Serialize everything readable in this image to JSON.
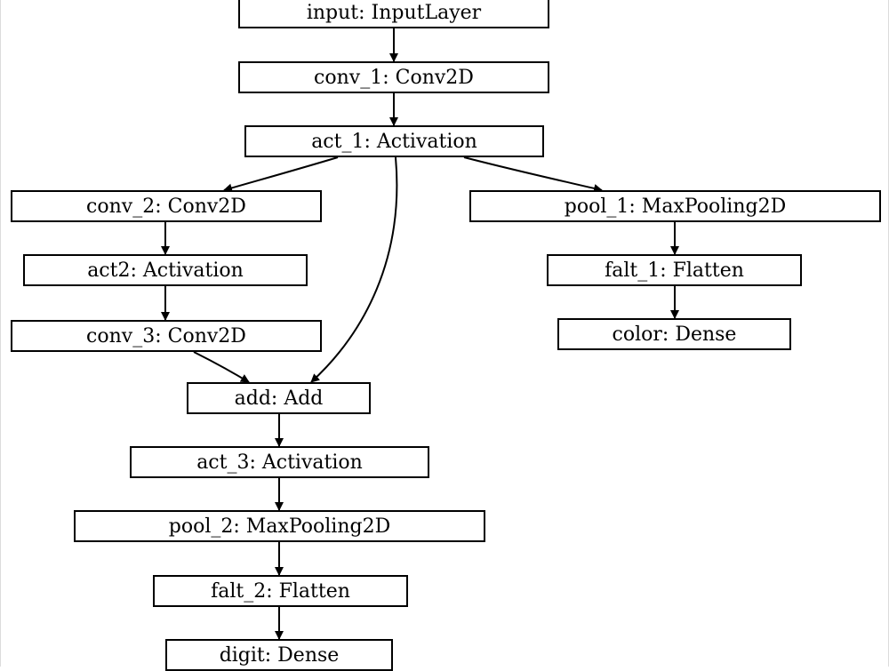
{
  "diagram": {
    "nodes": [
      {
        "id": "input",
        "label": "input: InputLayer"
      },
      {
        "id": "conv_1",
        "label": "conv_1: Conv2D"
      },
      {
        "id": "act_1",
        "label": "act_1: Activation"
      },
      {
        "id": "conv_2",
        "label": "conv_2: Conv2D"
      },
      {
        "id": "pool_1",
        "label": "pool_1: MaxPooling2D"
      },
      {
        "id": "act2",
        "label": "act2: Activation"
      },
      {
        "id": "falt_1",
        "label": "falt_1: Flatten"
      },
      {
        "id": "conv_3",
        "label": "conv_3: Conv2D"
      },
      {
        "id": "color",
        "label": "color: Dense"
      },
      {
        "id": "add",
        "label": "add: Add"
      },
      {
        "id": "act_3",
        "label": "act_3: Activation"
      },
      {
        "id": "pool_2",
        "label": "pool_2: MaxPooling2D"
      },
      {
        "id": "falt_2",
        "label": "falt_2: Flatten"
      },
      {
        "id": "digit",
        "label": "digit: Dense"
      }
    ],
    "edges": [
      {
        "from": "input",
        "to": "conv_1"
      },
      {
        "from": "conv_1",
        "to": "act_1"
      },
      {
        "from": "act_1",
        "to": "conv_2"
      },
      {
        "from": "act_1",
        "to": "add"
      },
      {
        "from": "act_1",
        "to": "pool_1"
      },
      {
        "from": "conv_2",
        "to": "act2"
      },
      {
        "from": "act2",
        "to": "conv_3"
      },
      {
        "from": "conv_3",
        "to": "add"
      },
      {
        "from": "add",
        "to": "act_3"
      },
      {
        "from": "act_3",
        "to": "pool_2"
      },
      {
        "from": "pool_2",
        "to": "falt_2"
      },
      {
        "from": "falt_2",
        "to": "digit"
      },
      {
        "from": "pool_1",
        "to": "falt_1"
      },
      {
        "from": "falt_1",
        "to": "color"
      }
    ]
  }
}
